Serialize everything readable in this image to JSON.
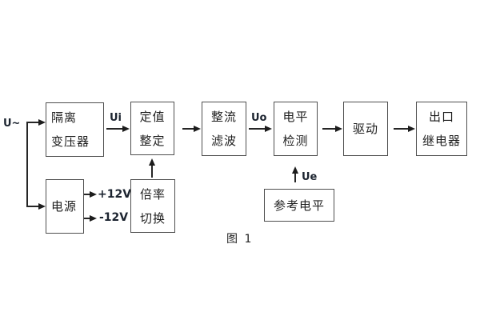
{
  "figure": {
    "caption": "图 1",
    "input_label": "U~",
    "signals": {
      "ui": "Ui",
      "uo": "Uo",
      "ue": "Ue"
    },
    "power_outputs": {
      "positive": "+12V",
      "negative": "-12V"
    },
    "blocks": {
      "isolation_transformer": {
        "line1": "隔离",
        "line2": "变压器"
      },
      "setting": {
        "line1": "定值",
        "line2": "整定"
      },
      "rectifier_filter": {
        "line1": "整流",
        "line2": "滤波"
      },
      "level_detection": {
        "line1": "电平",
        "line2": "检测"
      },
      "drive": {
        "line1": "驱动"
      },
      "output_relay": {
        "line1": "出口",
        "line2": "继电器"
      },
      "power_supply": {
        "line1": "电源"
      },
      "ratio_switch": {
        "line1": "倍率",
        "line2": "切换"
      },
      "reference_level": {
        "line1": "参考电平"
      }
    },
    "colors": {
      "background": "#ffffff",
      "box_border": "#4f4f4f",
      "line": "#262626",
      "text": "#1f1f1f"
    }
  }
}
